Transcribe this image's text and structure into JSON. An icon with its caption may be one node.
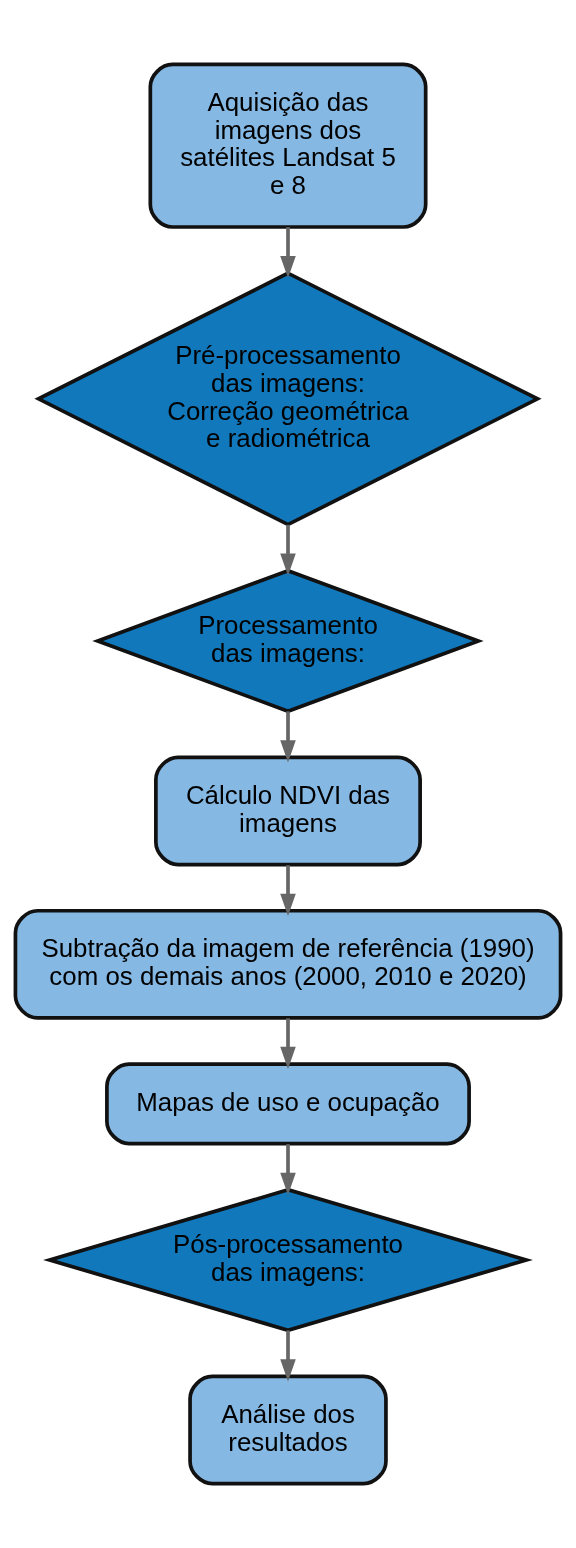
{
  "diagram": {
    "nodes": [
      {
        "text": [
          "Aquisição das imagens dos satélites Landsat 5 e 8"
        ]
      },
      {
        "text": [
          "Pré-processamento das imagens: Correção geométrica e radiométrica"
        ]
      },
      {
        "text": [
          "Processamento das imagens:"
        ]
      },
      {
        "text": [
          "Cálculo NDVI das imagens"
        ]
      },
      {
        "text": [
          "Subtração da imagem de referência (1990) com os demais anos (2000, 2010 e 2020)"
        ]
      },
      {
        "text": [
          "Mapas de uso e ocupação"
        ]
      },
      {
        "text": [
          "Pós-processamento das imagens:"
        ]
      },
      {
        "text": [
          "Análise dos resultados"
        ]
      }
    ],
    "edges": [
      {
        "from": 0,
        "to": 1,
        "arrow": "to"
      },
      {
        "from": 1,
        "to": 2,
        "arrow": "to"
      },
      {
        "from": 2,
        "to": 3,
        "arrow": "to"
      },
      {
        "from": 3,
        "to": 4,
        "arrow": "to"
      },
      {
        "from": 4,
        "to": 5,
        "arrow": "to"
      },
      {
        "from": 5,
        "to": 6,
        "arrow": "to"
      },
      {
        "from": 6,
        "to": 7,
        "arrow": "to"
      }
    ]
  }
}
